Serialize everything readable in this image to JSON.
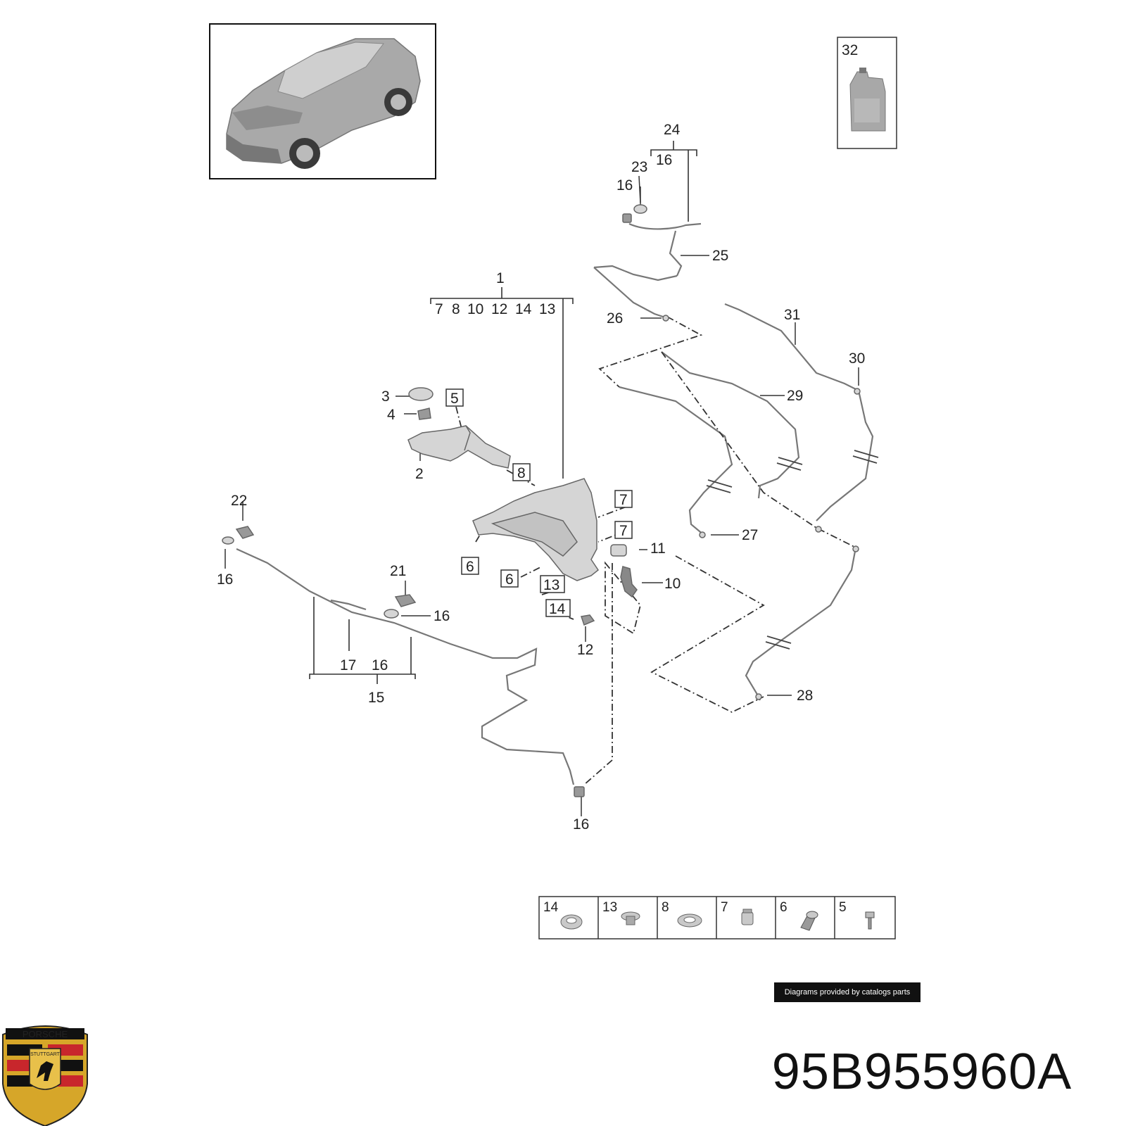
{
  "title": {
    "part_number": "95B955960A"
  },
  "credit": "Diagrams provided by catalogs parts",
  "logo": {
    "name": "porsche-crest",
    "text_top": "PORSCHE",
    "text_mid": "STUTTGART",
    "colors": {
      "gold": "#d6a629",
      "red": "#c8262c",
      "black": "#111111"
    }
  },
  "overview": {
    "name": "vehicle-overview",
    "color": "#9a9a9a"
  },
  "callouts": {
    "c1": "1",
    "c2": "2",
    "c3": "3",
    "c4": "4",
    "c5": "5",
    "c6a": "6",
    "c6b": "6",
    "c7a": "7",
    "c7b": "7",
    "c8": "8",
    "c10": "10",
    "c11": "11",
    "c12": "12",
    "c13": "13",
    "c14": "14",
    "c15": "15",
    "c16a": "16",
    "c16b": "16",
    "c16c": "16",
    "c16d": "16",
    "c16e": "16",
    "c16f": "16",
    "c17": "17",
    "c21": "21",
    "c22": "22",
    "c23": "23",
    "c24": "24",
    "c25": "25",
    "c26": "26",
    "c27": "27",
    "c28": "28",
    "c29": "29",
    "c30": "30",
    "c31": "31",
    "c32": "32"
  },
  "group1_members": [
    "7",
    "8",
    "10",
    "12",
    "14",
    "13"
  ],
  "small_parts": [
    {
      "no": "14",
      "icon": "grommet-ring-icon"
    },
    {
      "no": "13",
      "icon": "nut-insert-icon"
    },
    {
      "no": "8",
      "icon": "washer-ring-icon"
    },
    {
      "no": "7",
      "icon": "clip-nut-icon"
    },
    {
      "no": "6",
      "icon": "collar-bolt-icon"
    },
    {
      "no": "5",
      "icon": "screw-icon"
    }
  ],
  "colors": {
    "line": "#555555",
    "part_fill": "#d9d9d9",
    "part_stroke": "#666666"
  }
}
